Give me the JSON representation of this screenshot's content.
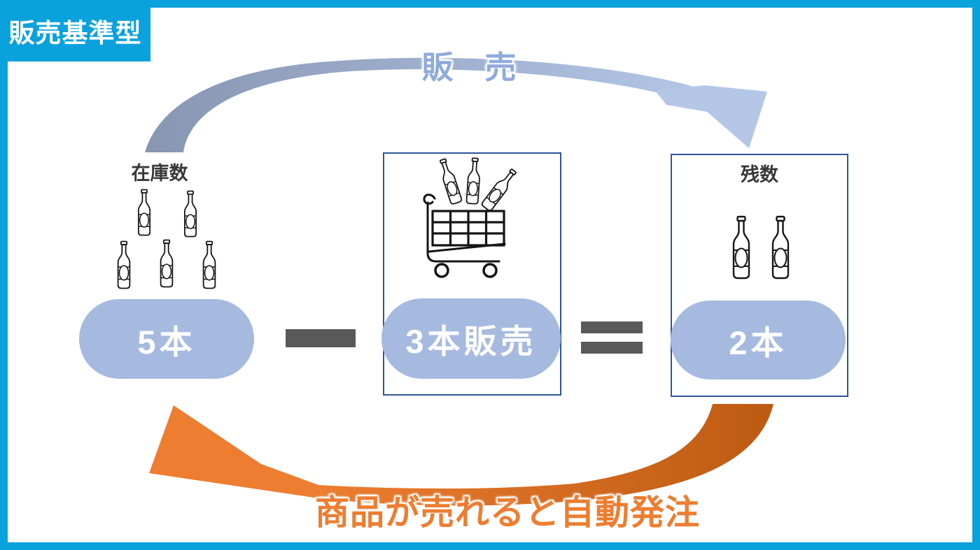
{
  "badge": {
    "label": "販売基準型"
  },
  "flow": {
    "top_label": "販　売",
    "bottom_label": "商品が売れると自動発注"
  },
  "inventory": {
    "title": "在庫数",
    "bottle_count": 5,
    "amount_label": "5本"
  },
  "sold": {
    "amount_label": "3本販売",
    "cart_bottle_count": 3
  },
  "remaining": {
    "title": "残数",
    "bottle_count": 2,
    "amount_label": "2本"
  },
  "operators": {
    "minus": "−",
    "equals": "＝"
  },
  "icons": [
    "bottle-icon",
    "shopping-cart-icon",
    "minus-icon",
    "equals-icon",
    "sales-arrow",
    "reorder-arrow"
  ],
  "colors": {
    "frame_blue": "#0aa1dc",
    "pill_blue": "#a6bae0",
    "flow_label_blue": "#8faadc",
    "arrow_gray_blue": "#8796b2",
    "arrow_light_blue": "#b4c7e7",
    "arrow_orange": "#ed7d31",
    "arrow_dark_orange": "#bd5b12",
    "operator_gray": "#595959",
    "box_border_blue": "#2f5597"
  }
}
